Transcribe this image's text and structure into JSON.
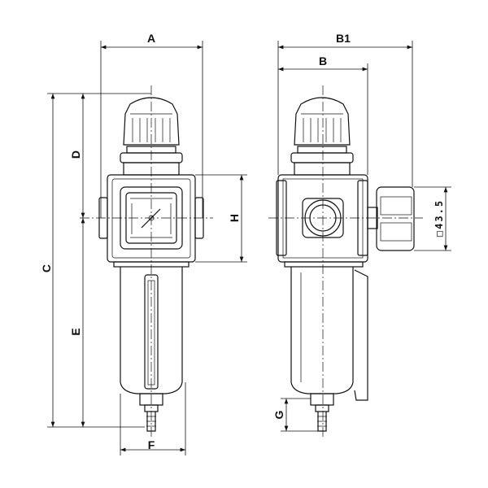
{
  "labels": {
    "A": "A",
    "B1": "B1",
    "B": "B",
    "C": "C",
    "D": "D",
    "E": "E",
    "F": "F",
    "G": "G",
    "H": "H",
    "square_dim": "□43.5"
  }
}
